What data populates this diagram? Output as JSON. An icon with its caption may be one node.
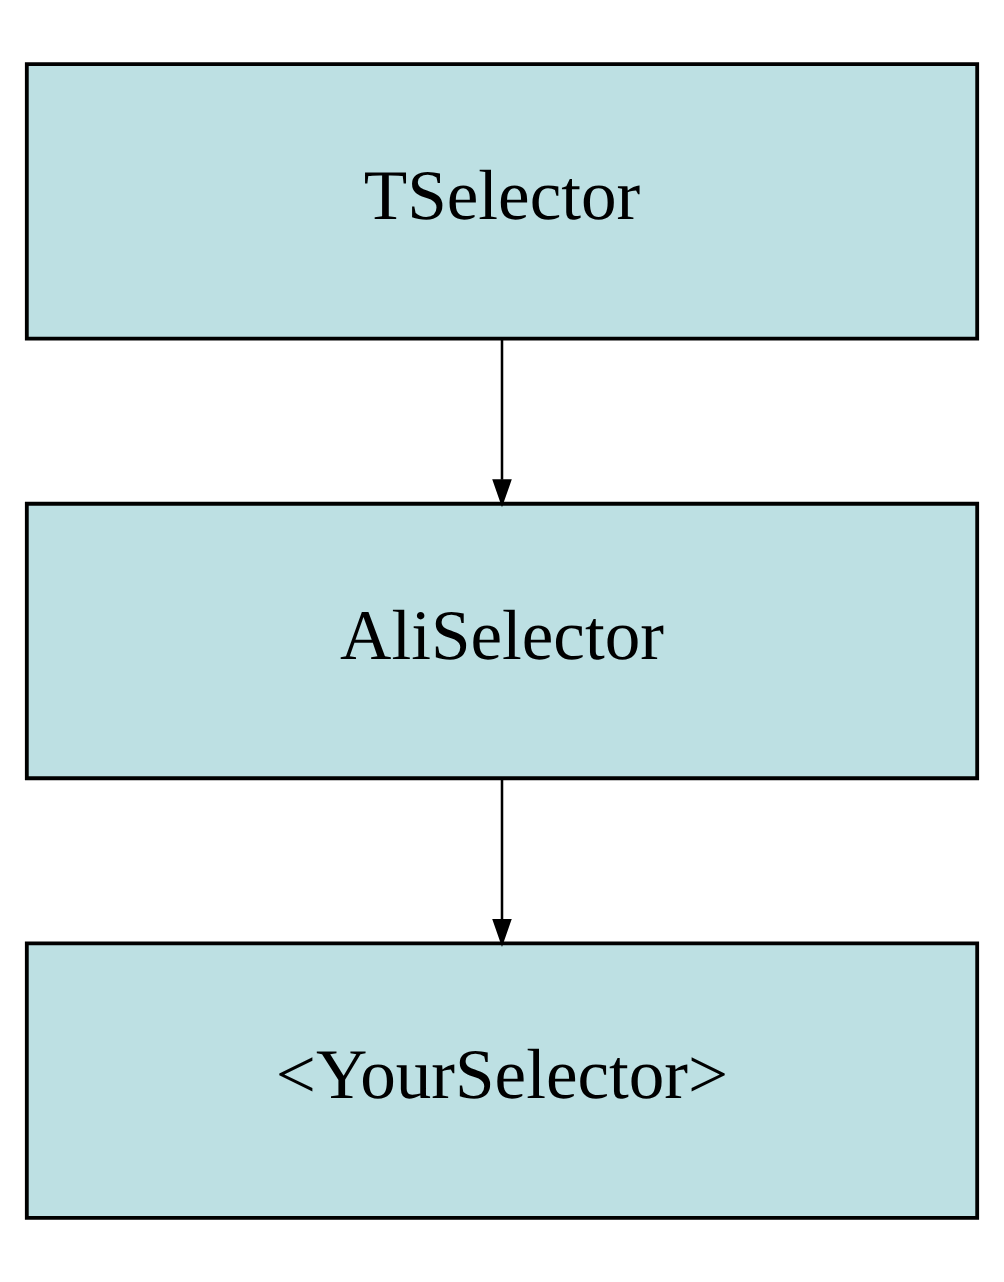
{
  "diagram": {
    "nodes": [
      {
        "text": [
          "TSelector"
        ]
      },
      {
        "text": [
          "AliSelector"
        ]
      },
      {
        "text": [
          "<YourSelector>"
        ]
      }
    ],
    "edges": [
      {
        "from": 0,
        "to": 1,
        "arrow": "to"
      },
      {
        "from": 1,
        "to": 2,
        "arrow": "to"
      }
    ]
  }
}
